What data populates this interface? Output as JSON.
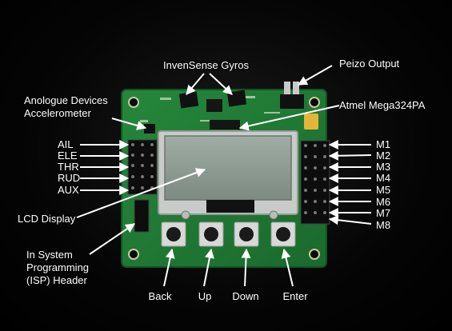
{
  "labels": {
    "gyros": "InvenSense Gyros",
    "piezo": "Peizo Output",
    "atmel": "Atmel Mega324PA",
    "accel_line1": "Anologue Devices",
    "accel_line2": "Accelerometer",
    "ail": "AIL",
    "ele": "ELE",
    "thr": "THR",
    "rud": "RUD",
    "aux": "AUX",
    "lcd": "LCD Display",
    "isp_line1": "In System",
    "isp_line2": "Programming",
    "isp_line3": "(ISP) Header",
    "m1": "M1",
    "m2": "M2",
    "m3": "M3",
    "m4": "M4",
    "m5": "M5",
    "m6": "M6",
    "m7": "M7",
    "m8": "M8",
    "back": "Back",
    "up": "Up",
    "down": "Down",
    "enter": "Enter"
  },
  "colors": {
    "pcb": "#1f7a34",
    "lcd": "#8a9890",
    "arrow": "#ffffff"
  }
}
